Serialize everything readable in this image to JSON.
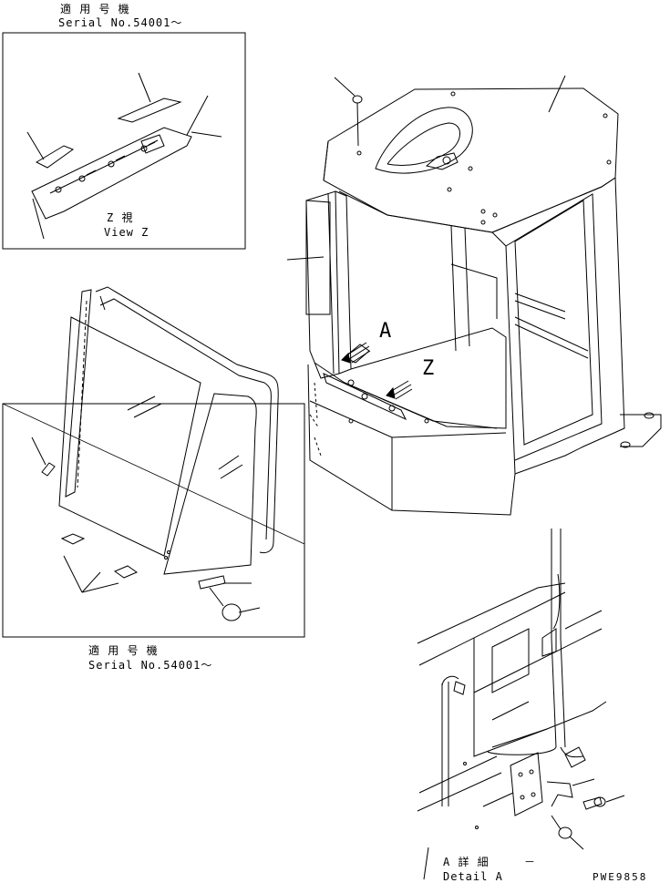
{
  "top_label": {
    "jp": "適 用 号 機",
    "en": "Serial No.54001～"
  },
  "view_z": {
    "jp": "Z 視",
    "en": "View Z"
  },
  "mid_label": {
    "jp": "適 用 号 機",
    "en": "Serial No.54001～"
  },
  "detail_a": {
    "jp": "A 詳 細",
    "dash": "－",
    "en": "Detail A"
  },
  "arrow_labels": {
    "a": "A",
    "z": "Z"
  },
  "drawing_code": "PWE9858"
}
